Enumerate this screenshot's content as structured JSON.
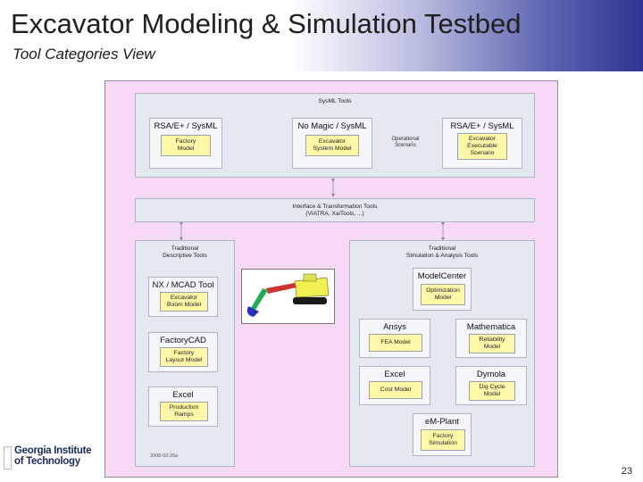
{
  "slide": {
    "title": "Excavator Modeling & Simulation Testbed",
    "subtitle": "Tool Categories View",
    "page_number": "23"
  },
  "logo": {
    "text": "Georgia Institute\nof Technology"
  },
  "diagram": {
    "sysml": {
      "label": "SysML Tools",
      "tools": [
        {
          "name": "RSA/E+ / SysML",
          "models": [
            "Factory\nModel"
          ]
        },
        {
          "name": "No Magic / SysML",
          "models": [
            "Excavator\nSystem Model"
          ]
        },
        {
          "name": "RSA/E+ / SysML",
          "models": [
            "Excavator\nExecutable\nScenario"
          ]
        }
      ],
      "note": "Operational\nScenario"
    },
    "interface": {
      "label": "Interface & Transformation Tools\n(VIATRA, XaiTools, ...)"
    },
    "descriptive": {
      "label": "Traditional\nDescriptive Tools",
      "tools": [
        {
          "name": "NX / MCAD Tool",
          "models": [
            "Excavator\nBoom Model"
          ]
        },
        {
          "name": "FactoryCAD",
          "models": [
            "Factory\nLayout Model"
          ]
        },
        {
          "name": "Excel",
          "models": [
            "Production\nRamps"
          ]
        }
      ]
    },
    "analysis": {
      "label": "Traditional\nSimulation & Analysis Tools",
      "tools": [
        {
          "name": "ModelCenter",
          "models": [
            "Optimization\nModel"
          ]
        },
        {
          "name": "Ansys",
          "models": [
            "FEA Model"
          ]
        },
        {
          "name": "Mathematica",
          "models": [
            "Reliability\nModel"
          ]
        },
        {
          "name": "Excel",
          "models": [
            "Cost Model"
          ]
        },
        {
          "name": "Dymola",
          "models": [
            "Dig Cycle\nModel"
          ]
        },
        {
          "name": "eM-Plant",
          "models": [
            "Factory\nSimulation"
          ]
        }
      ]
    },
    "stamp": "2008-02-26a"
  },
  "colors": {
    "diagram_bg": "#f6d9f5",
    "panel_bg": "#e4e8f1",
    "model_fill": "#fff8a8",
    "header_dark": "#2f3592",
    "excavator_body": "#f0f050",
    "excavator_boom": "#cc3333",
    "excavator_arm": "#22aa55",
    "excavator_bucket": "#2233bb"
  }
}
